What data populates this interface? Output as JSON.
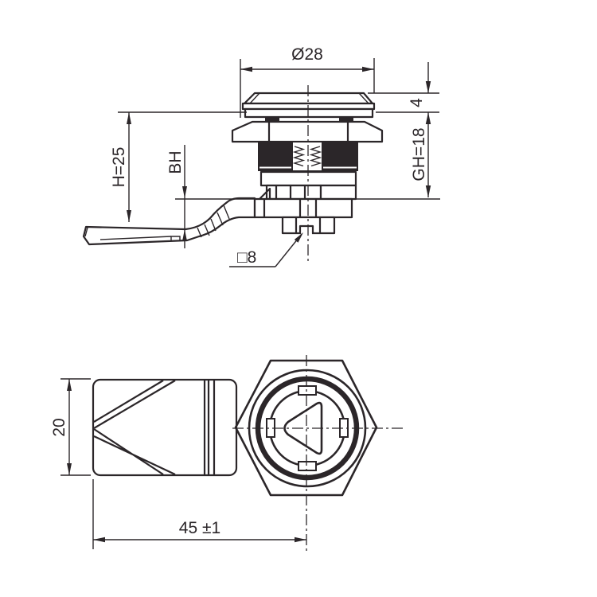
{
  "drawing": {
    "background": "#ffffff",
    "line_color": "#2b2629",
    "labels": {
      "diameter": "Ø28",
      "head_height": "4",
      "grip_height": "GH=18",
      "height": "H=25",
      "panel_grip": "BH",
      "spindle": "□8",
      "body_width": "20",
      "length": "45 ±1"
    }
  }
}
